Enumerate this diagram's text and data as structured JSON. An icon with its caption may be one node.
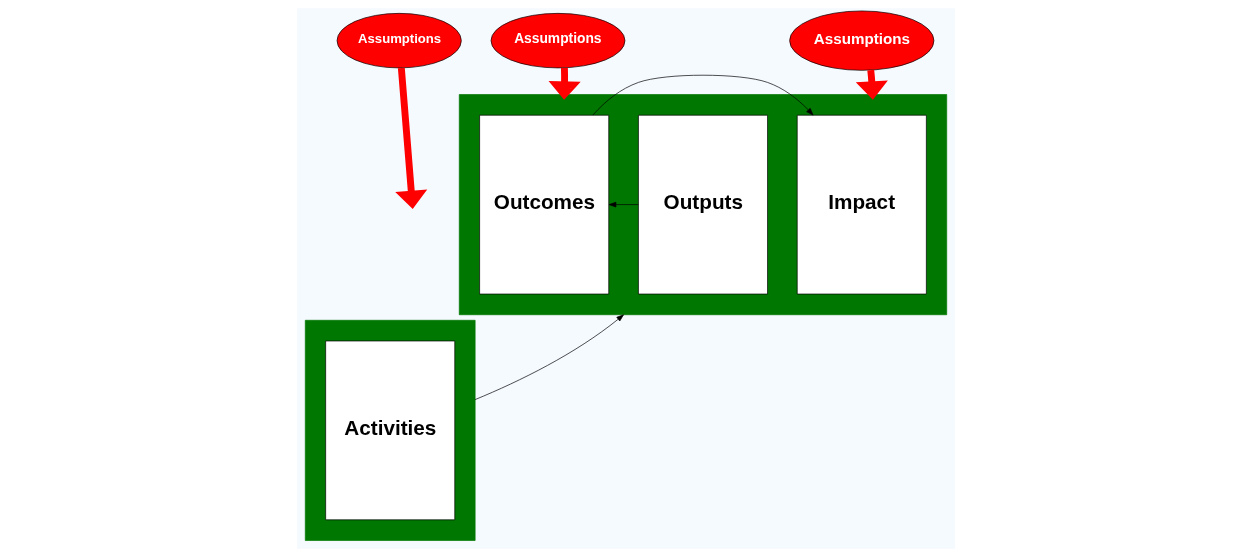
{
  "diagram": {
    "nodes": [
      {
        "text": [
          "Assumptions"
        ]
      },
      {
        "text": [
          "Assumptions"
        ]
      },
      {
        "text": [
          "Assumptions"
        ]
      },
      {
        "text": [],
        "shape": "box"
      },
      {
        "text": [
          "Activities"
        ],
        "in": 3
      },
      {
        "text": [],
        "shape": "box"
      },
      {
        "text": [
          "Outputs"
        ],
        "in": 5
      },
      {
        "text": [
          "Outcomes"
        ],
        "in": 5
      },
      {
        "text": [
          "Impact"
        ],
        "in": 5
      }
    ],
    "edges": [
      {
        "from": 0,
        "to": null,
        "arrow": "to",
        "style": "thick",
        "color": "#ff0000"
      },
      {
        "from": 1,
        "to": 5,
        "arrow": "to",
        "style": "thick",
        "color": "#ff0000"
      },
      {
        "from": 2,
        "to": 5,
        "arrow": "to",
        "style": "thick",
        "color": "#ff0000"
      },
      {
        "from": 3,
        "to": 5,
        "arrow": "to",
        "color": "#000000"
      },
      {
        "from": 6,
        "to": 7,
        "arrow": "to",
        "color": "#000000"
      },
      {
        "from": 7,
        "to": 8,
        "arrow": "to",
        "color": "#000000"
      }
    ]
  }
}
